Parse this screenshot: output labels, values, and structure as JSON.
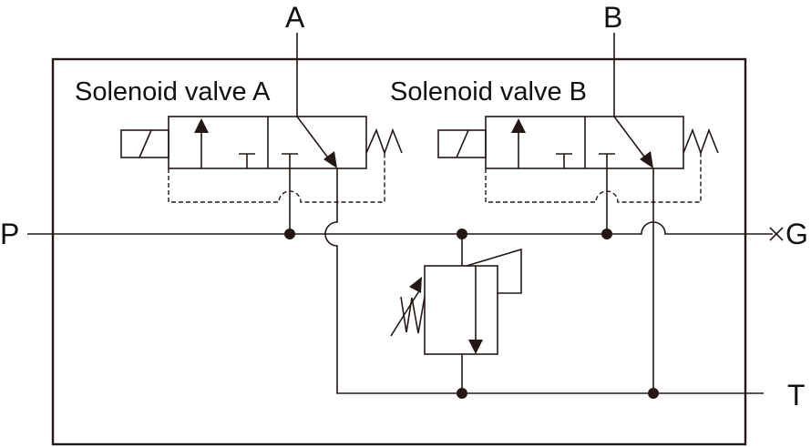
{
  "diagram": {
    "type": "hydraulic-schematic",
    "ports": {
      "A": "A",
      "B": "B",
      "P": "P",
      "G": "G",
      "T": "T"
    },
    "valves": [
      {
        "id": "solenoid-valve-a",
        "label": "Solenoid valve A",
        "port": "A"
      },
      {
        "id": "solenoid-valve-b",
        "label": "Solenoid valve B",
        "port": "B"
      }
    ],
    "relief_valve": {
      "type": "adjustable-pressure-relief-valve"
    },
    "gauge_port_symbol": "×",
    "colors": {
      "line": "#231815",
      "background": "#ffffff"
    }
  }
}
